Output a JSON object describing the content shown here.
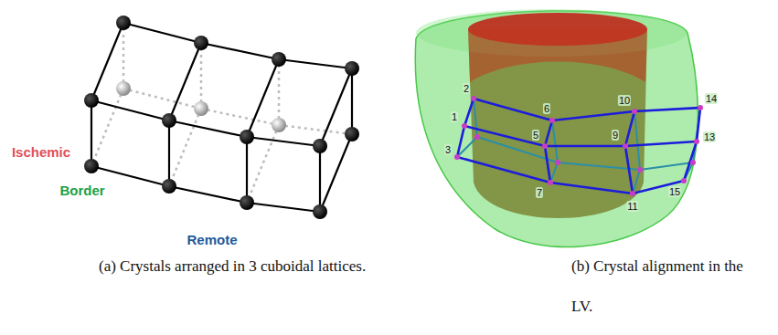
{
  "diagram": {
    "labels": [
      "Ischemic",
      "Border",
      "Remote",
      "2",
      "1",
      "6",
      "3",
      "5",
      "9",
      "10",
      "14",
      "13",
      "7",
      "11",
      "15",
      "(a) Crystals arranged in 3 cuboidal lattices.",
      "(b) Crystal alignment in the LV."
    ]
  }
}
